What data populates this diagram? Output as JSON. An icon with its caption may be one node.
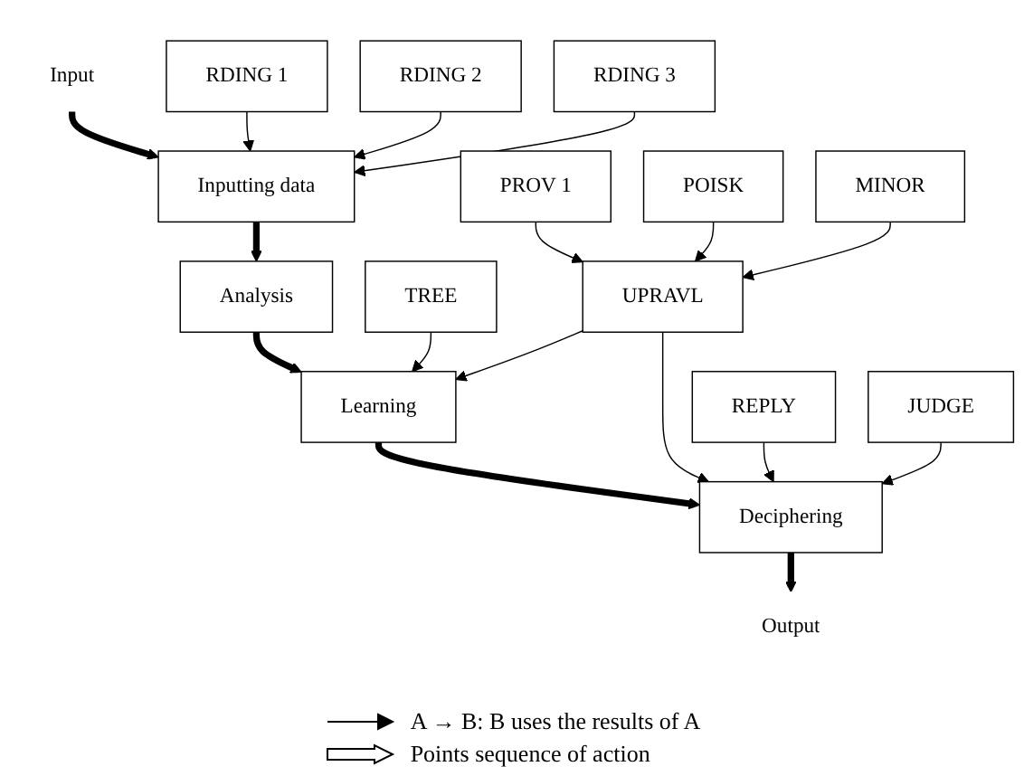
{
  "diagram": {
    "nodes": [
      {
        "text": [
          "Input"
        ]
      },
      {
        "text": [
          "RDING 1"
        ]
      },
      {
        "text": [
          "RDING 2"
        ]
      },
      {
        "text": [
          "RDING 3"
        ]
      },
      {
        "text": [
          "Inputting data"
        ]
      },
      {
        "text": [
          "Analysis"
        ]
      },
      {
        "text": [
          "TREE"
        ]
      },
      {
        "text": [
          "UPRAVL"
        ]
      },
      {
        "text": [
          "Learning"
        ]
      },
      {
        "text": [
          "REPLY"
        ]
      },
      {
        "text": [
          "PROV 1"
        ]
      },
      {
        "text": [
          "Deciphering"
        ]
      },
      {
        "text": [
          "JUDGE"
        ]
      },
      {
        "text": [
          "POISK"
        ]
      },
      {
        "text": [
          "MINOR"
        ]
      },
      {
        "text": [
          "Output"
        ]
      }
    ],
    "edges": [
      {
        "from": 0,
        "to": 4,
        "arrow": "to",
        "style": "thick"
      },
      {
        "from": 1,
        "to": 4,
        "arrow": "to"
      },
      {
        "from": 2,
        "to": 4,
        "arrow": "to"
      },
      {
        "from": 3,
        "to": 4,
        "arrow": "to"
      },
      {
        "from": 4,
        "to": 5,
        "arrow": "to",
        "style": "thick"
      },
      {
        "from": 5,
        "to": 8,
        "arrow": "to",
        "style": "thick"
      },
      {
        "from": 6,
        "to": 8,
        "arrow": "to"
      },
      {
        "from": 7,
        "to": 8,
        "arrow": "to"
      },
      {
        "from": 8,
        "to": 11,
        "arrow": "to",
        "style": "thick"
      },
      {
        "from": 10,
        "to": 7,
        "arrow": "to"
      },
      {
        "from": 13,
        "to": 7,
        "arrow": "to"
      },
      {
        "from": 14,
        "to": 7,
        "arrow": "to"
      },
      {
        "from": 7,
        "to": 11,
        "arrow": "to"
      },
      {
        "from": 9,
        "to": 11,
        "arrow": "to"
      },
      {
        "from": 12,
        "to": 11,
        "arrow": "to"
      },
      {
        "from": 11,
        "to": 15,
        "arrow": "to",
        "style": "thick"
      }
    ],
    "legend": [
      {
        "text": "A → B: B uses the results of A"
      },
      {
        "text": "Points sequence of action"
      }
    ]
  }
}
